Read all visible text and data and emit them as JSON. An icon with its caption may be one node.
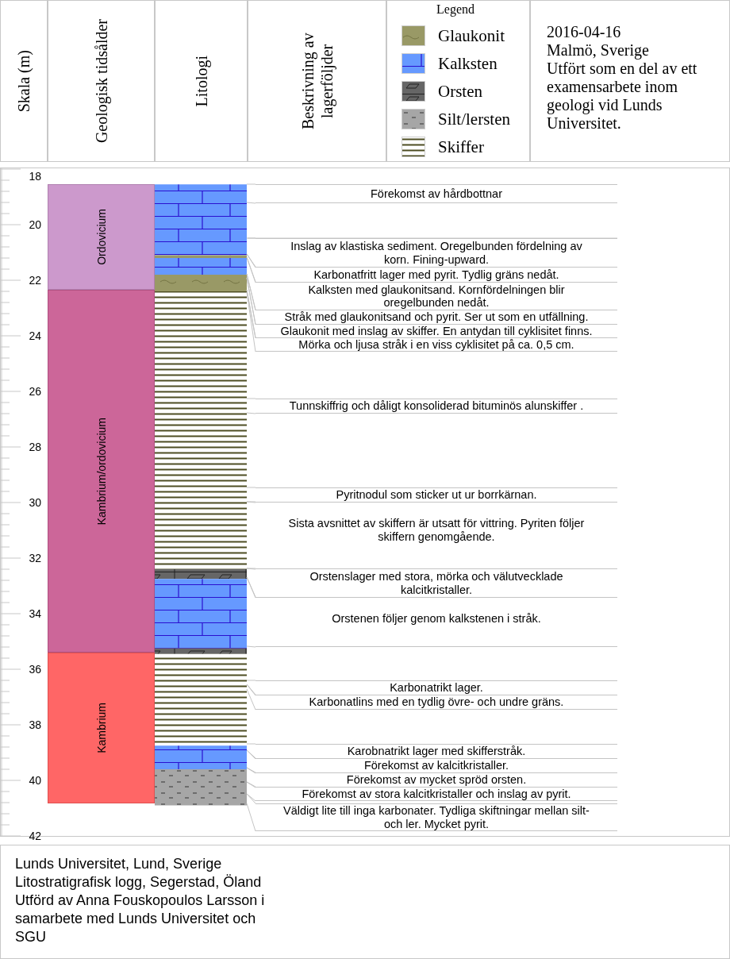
{
  "diagram": {
    "nodes": [
      {
        "text": [
          "Skala (m)"
        ]
      },
      {
        "text": [
          "Geologisk tidsålder"
        ]
      },
      {
        "text": [
          "Litologi"
        ]
      },
      {
        "text": [
          "Beskrivning av lagerföljder"
        ]
      },
      {
        "text": [
          "2016-04-16",
          "Malmö, Sverige",
          "Utfört som en del av ett examensarbete inom geologi vid Lunds Universitet."
        ]
      },
      {
        "text": [
          "Ordovicium"
        ]
      },
      {
        "text": [
          "Kambrium/ordovicium"
        ]
      },
      {
        "text": [
          "Kambrium"
        ]
      },
      {
        "text": [
          "Förekomst av hårdbottnar"
        ]
      },
      {
        "text": [
          "Inslag av klastiska sediment. Oregelbunden fördelning av korn. Fining-upward."
        ]
      },
      {
        "text": [
          "Karbonatfritt lager med pyrit. Tydlig gräns nedåt."
        ]
      },
      {
        "text": [
          "Kalksten med glaukonitsand. Kornfördelningen blir oregelbunden nedåt."
        ]
      },
      {
        "text": [
          "Stråk med glaukonitsand och pyrit. Ser ut som en utfällning."
        ]
      },
      {
        "text": [
          "Glaukonit med inslag av skiffer. En antydan till cyklisitet finns."
        ]
      },
      {
        "text": [
          "Mörka och ljusa stråk i en viss cyklisitet på ca. 0,5 cm."
        ]
      },
      {
        "text": [
          "Tunnskiffrig och dåligt konsoliderad bituminös alunskiffer ."
        ]
      },
      {
        "text": [
          "Pyritnodul som sticker ut ur borrkärnan."
        ]
      },
      {
        "text": [
          "Sista avsnittet av skiffern är utsatt för vittring. Pyriten följer skiffern genomgående."
        ]
      },
      {
        "text": [
          "Orstenslager med stora, mörka och välutvecklade kalcitkristaller."
        ]
      },
      {
        "text": [
          "Orstenen följer genom kalkstenen i stråk."
        ]
      },
      {
        "text": [
          "Karbonatrikt lager."
        ]
      },
      {
        "text": [
          "Karbonatlins med en tydlig övre- och undre gräns."
        ]
      },
      {
        "text": [
          "Karobnatrikt lager med skifferstråk."
        ]
      },
      {
        "text": [
          "Förekomst av kalcitkristaller."
        ]
      },
      {
        "text": [
          "Förekomst av mycket spröd orsten."
        ]
      },
      {
        "text": [
          "Förekomst av stora kalcitkristaller och inslag av pyrit."
        ]
      },
      {
        "text": [
          "Väldigt lite till inga karbonater. Tydliga skiftningar mellan silt- och ler. Mycket pyrit."
        ]
      },
      {
        "text": [
          "Lunds Universitet, Lund, Sverige",
          "Litostratigrafisk logg, Segerstad, Öland",
          "Utförd av Anna Fouskopoulos Larsson i samarbete med Lunds Universitet och SGU"
        ]
      }
    ],
    "labels": [
      "Legend",
      "18",
      "20",
      "22",
      "24",
      "26",
      "28",
      "30",
      "32",
      "34",
      "36",
      "38",
      "40",
      "42"
    ],
    "legend": [
      {
        "text": "Glaukonit"
      },
      {
        "text": "Kalksten"
      },
      {
        "text": "Orsten"
      },
      {
        "text": "Silt/lersten"
      },
      {
        "text": "Skiffer"
      }
    ]
  }
}
